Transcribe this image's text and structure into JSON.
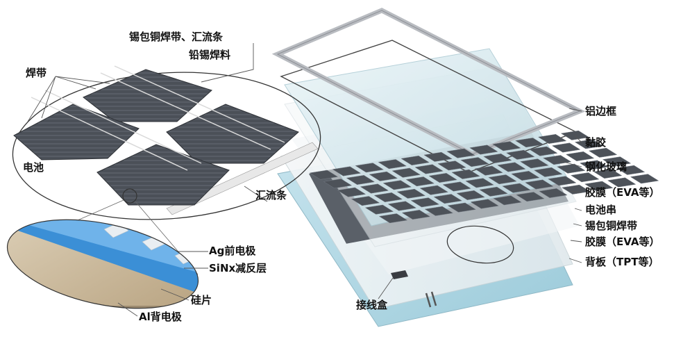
{
  "labels": {
    "ribbon_busbar": "锡包铜焊带、汇流条",
    "lead_tin_solder": "铅锡焊料",
    "ribbon": "焊带",
    "cell": "电池",
    "busbar": "汇流条",
    "ag_front_electrode": "Ag前电极",
    "sinx_ar_layer": "SiNx减反层",
    "silicon_wafer": "硅片",
    "al_back_electrode": "Al背电极",
    "aluminum_frame": "铝边框",
    "adhesive": "黏胶",
    "tempered_glass": "钢化玻璃",
    "eva_film_top": "胶膜（EVA等）",
    "cell_string": "电池串",
    "tinned_copper_ribbon": "锡包铜焊带",
    "eva_film_bottom": "胶膜（EVA等）",
    "backsheet": "背板（TPT等）",
    "junction_box": "接线盒"
  },
  "colors": {
    "cell": "#4a4f57",
    "cell_line": "#8a9099",
    "frame": "#c9ccd1",
    "glass": "#cfe6ee",
    "eva": "#e6eef2",
    "backsheet": "#b7dbe6",
    "blue_layer": "#3b8fd6",
    "wafer": "#c9b79a",
    "leader": "#555555"
  }
}
